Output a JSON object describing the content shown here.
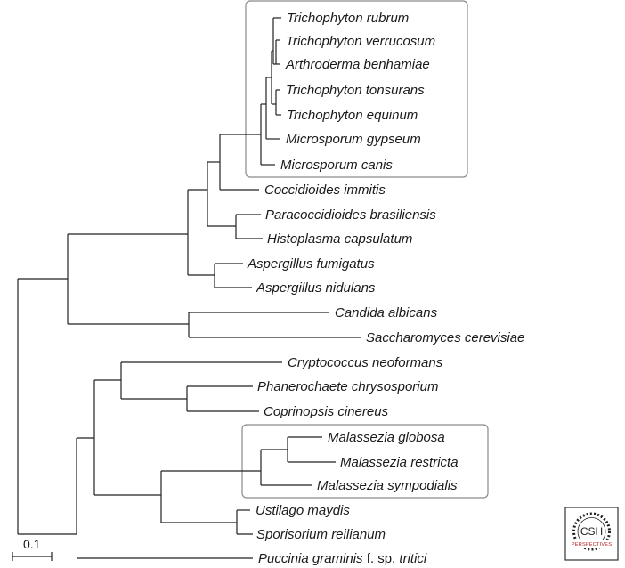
{
  "taxa": {
    "t_rubrum": "Trichophyton rubrum",
    "t_verrucosum": "Trichophyton verrucosum",
    "a_benhamiae": "Arthroderma benhamiae",
    "t_tonsurans": "Trichophyton tonsurans",
    "t_equinum": "Trichophyton equinum",
    "m_gypseum": "Microsporum gypseum",
    "m_canis": "Microsporum canis",
    "c_immitis": "Coccidioides immitis",
    "p_brasiliensis": "Paracoccidioides brasiliensis",
    "h_capsulatum": "Histoplasma capsulatum",
    "a_fumigatus": "Aspergillus fumigatus",
    "a_nidulans": "Aspergillus nidulans",
    "c_albicans": "Candida albicans",
    "s_cerevisiae": "Saccharomyces cerevisiae",
    "c_neoformans": "Cryptococcus neoformans",
    "p_chrysosporium": "Phanerochaete chrysosporium",
    "c_cinereus": "Coprinopsis cinereus",
    "m_globosa": "Malassezia globosa",
    "m_restricta": "Malassezia restricta",
    "m_sympodialis": "Malassezia sympodialis",
    "u_maydis": "Ustilago maydis",
    "s_reilianum": "Sporisorium reilianum",
    "p_graminis": "Puccinia graminis",
    "p_graminis_suffix": " f. sp. ",
    "p_graminis_end": "tritici"
  },
  "scale_bar": {
    "label": "0.1"
  },
  "logo": {
    "main": "CSH",
    "sub": "PERSPECTIVES"
  }
}
